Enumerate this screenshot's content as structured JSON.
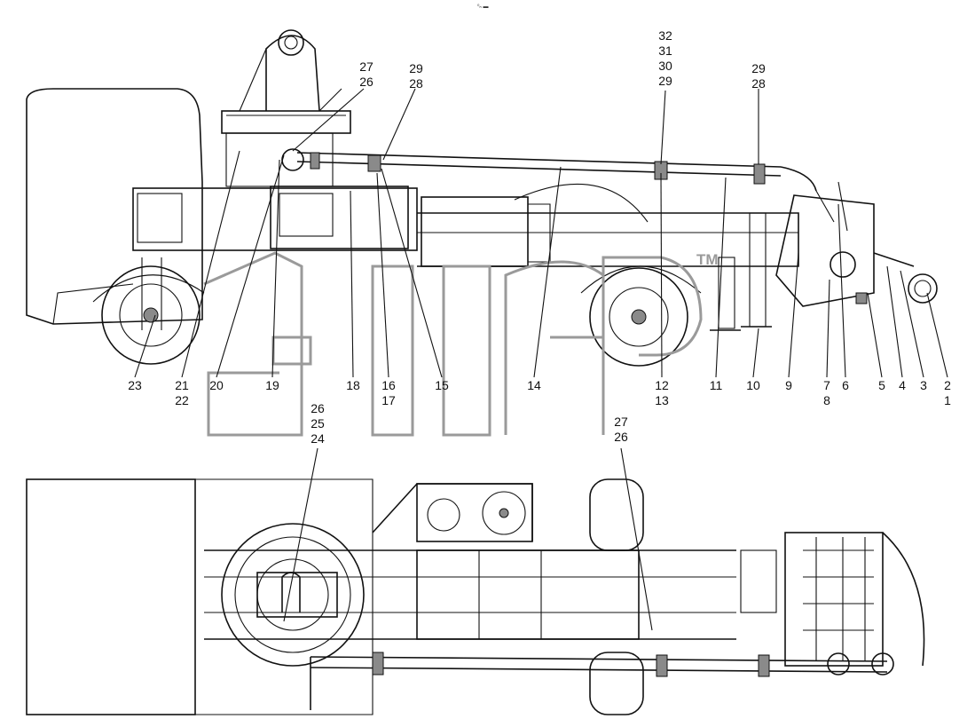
{
  "header_mark": "⁰ₙ ▬",
  "watermark": {
    "text": "эдер",
    "tm": "TM"
  },
  "callouts_side": [
    {
      "id": "c23",
      "lines": [
        "23"
      ]
    },
    {
      "id": "c21",
      "lines": [
        "21",
        "22"
      ]
    },
    {
      "id": "c20",
      "lines": [
        "20"
      ]
    },
    {
      "id": "c19",
      "lines": [
        "19"
      ]
    },
    {
      "id": "c18",
      "lines": [
        "18"
      ]
    },
    {
      "id": "c16",
      "lines": [
        "16",
        "17"
      ]
    },
    {
      "id": "c15",
      "lines": [
        "15"
      ]
    },
    {
      "id": "c14",
      "lines": [
        "14"
      ]
    },
    {
      "id": "c12",
      "lines": [
        "12",
        "13"
      ]
    },
    {
      "id": "c11",
      "lines": [
        "11"
      ]
    },
    {
      "id": "c10",
      "lines": [
        "10"
      ]
    },
    {
      "id": "c9",
      "lines": [
        "9"
      ]
    },
    {
      "id": "c7",
      "lines": [
        "7",
        "8"
      ]
    },
    {
      "id": "c6",
      "lines": [
        "6"
      ]
    },
    {
      "id": "c5",
      "lines": [
        "5"
      ]
    },
    {
      "id": "c4",
      "lines": [
        "4"
      ]
    },
    {
      "id": "c3",
      "lines": [
        "3"
      ]
    },
    {
      "id": "c2",
      "lines": [
        "2",
        "1"
      ]
    }
  ],
  "callouts_top": [
    {
      "id": "t27",
      "lines": [
        "27",
        "26"
      ]
    },
    {
      "id": "t29a",
      "lines": [
        "29",
        "28"
      ]
    },
    {
      "id": "t32",
      "lines": [
        "32",
        "31",
        "30",
        "29"
      ]
    },
    {
      "id": "t29b",
      "lines": [
        "29",
        "28"
      ]
    }
  ],
  "callouts_plan": [
    {
      "id": "p26",
      "lines": [
        "26",
        "25",
        "24"
      ]
    },
    {
      "id": "p27",
      "lines": [
        "27",
        "26"
      ]
    }
  ]
}
